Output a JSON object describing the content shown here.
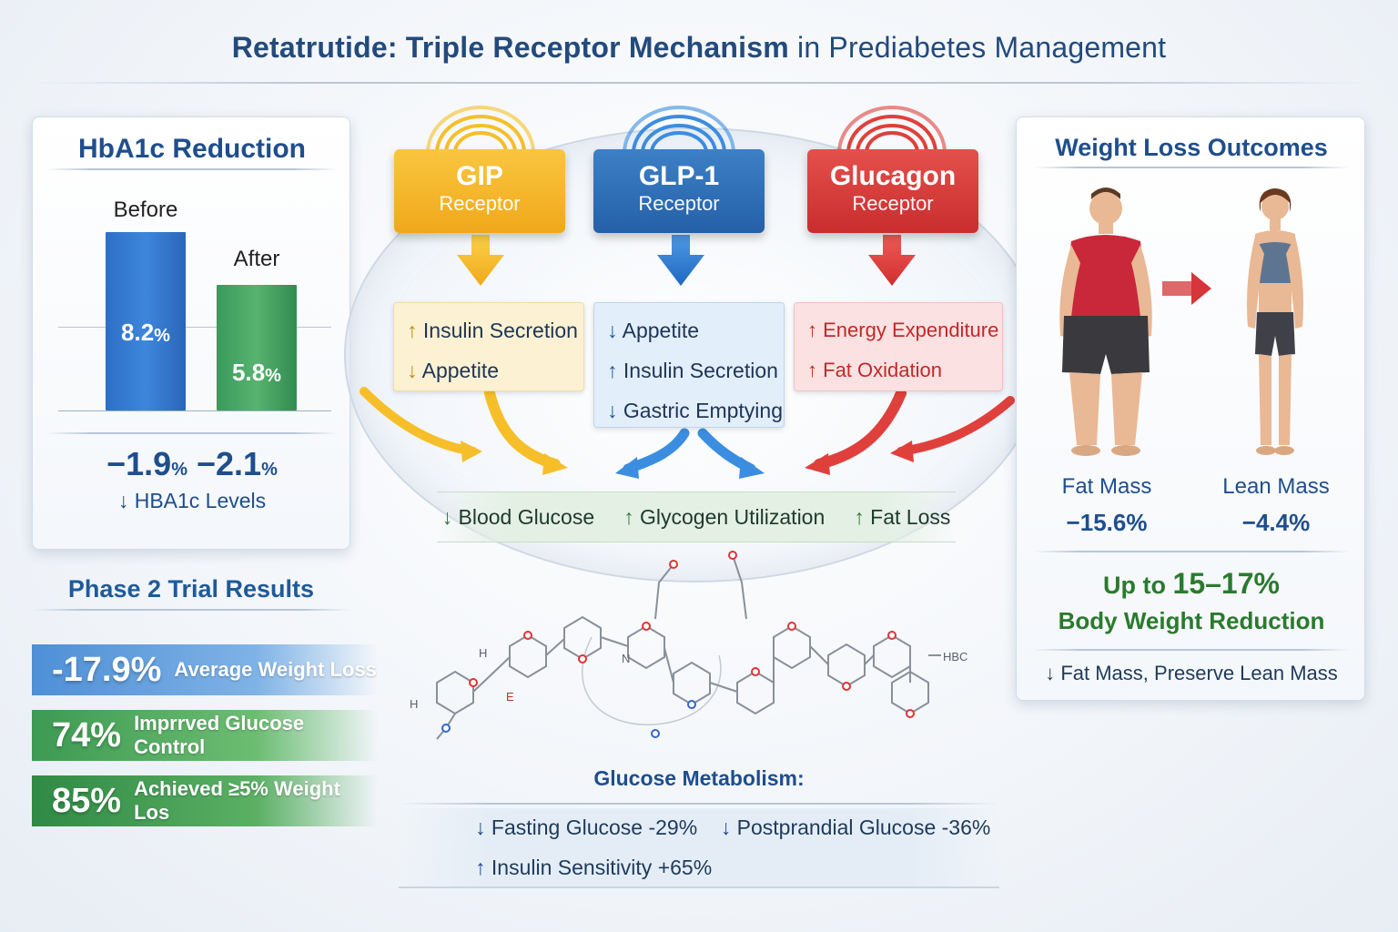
{
  "title": {
    "bold": "Retatrutide: Triple Receptor Mechanism",
    "rest": " in Prediabetes Management"
  },
  "hba1c": {
    "title": "HbA1c Reduction",
    "before_label": "Before",
    "after_label": "After",
    "before_value": "8.2",
    "after_value": "5.8",
    "pct": "%",
    "change1": "−1.9",
    "change2": "−2.1",
    "levels": "↓ HBA1c Levels"
  },
  "phase2": {
    "title": "Phase 2 Trial Results",
    "items": [
      {
        "value": "-17.9%",
        "text": "Average Weight Loss"
      },
      {
        "value": "74%",
        "text": "Imprrved Glucose Control"
      },
      {
        "value": "85%",
        "text": "Achieved ≥5% Weight Los"
      }
    ]
  },
  "receptors": [
    {
      "name": "GIP",
      "sub": "Receptor",
      "color": "#f0a81a",
      "effects": [
        {
          "arrow": "↑",
          "text": "Insulin Secretion"
        },
        {
          "arrow": "↓",
          "text": "Appetite"
        }
      ]
    },
    {
      "name": "GLP-1",
      "sub": "Receptor",
      "color": "#2460a8",
      "effects": [
        {
          "arrow": "↓",
          "text": "Appetite"
        },
        {
          "arrow": "↑",
          "text": "Insulin Secretion"
        },
        {
          "arrow": "↓",
          "text": "Gastric Emptying"
        }
      ]
    },
    {
      "name": "Glucagon",
      "sub": "Receptor",
      "color": "#c92d2d",
      "effects": [
        {
          "arrow": "↑",
          "text": "Energy Expenditure"
        },
        {
          "arrow": "↑",
          "text": "Fat Oxidation"
        }
      ]
    }
  ],
  "outcomes": [
    {
      "arrow": "↓",
      "text": "Blood Glucose"
    },
    {
      "arrow": "↑",
      "text": "Glycogen Utilization"
    },
    {
      "arrow": "↑",
      "text": "Fat Loss"
    }
  ],
  "glucose_metabolism": {
    "title": "Glucose Metabolism:",
    "items": [
      {
        "arrow": "↓",
        "text": "Fasting Glucose -29%"
      },
      {
        "arrow": "↓",
        "text": "Postprandial Glucose -36%"
      },
      {
        "arrow": "↑",
        "text": "Insulin Sensitivity +65%"
      }
    ]
  },
  "weight_loss": {
    "title": "Weight Loss Outcomes",
    "fat_label": "Fat Mass",
    "fat_value": "−15.6%",
    "lean_label": "Lean Mass",
    "lean_value": "−4.4%",
    "up_to": "Up to ",
    "range": "15–17%",
    "body": "Body Weight Reduction",
    "foot": "↓ Fat Mass, Preserve Lean Mass"
  },
  "molecule_labels": [
    "H",
    "H",
    "E",
    "N",
    "HBC"
  ]
}
